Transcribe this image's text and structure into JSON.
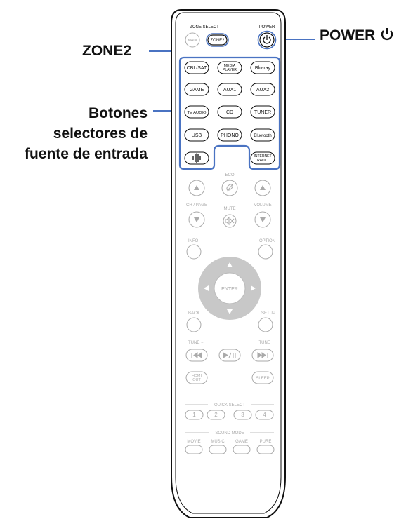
{
  "callouts": {
    "power": "POWER",
    "zone2": "ZONE2",
    "source": [
      "Botones",
      "selectores de",
      "fuente de entrada"
    ]
  },
  "remote": {
    "top_labels": {
      "zone_select": "ZONE SELECT",
      "power": "POWER"
    },
    "zone_buttons": [
      "MAIN",
      "ZONE2"
    ],
    "source_buttons": [
      [
        "CBL/SAT",
        "MEDIA PLAYER",
        "Blu-ray"
      ],
      [
        "GAME",
        "AUX1",
        "AUX2"
      ],
      [
        "TV AUDIO",
        "CD",
        "TUNER"
      ],
      [
        "USB",
        "PHONO",
        "Bluetooth"
      ],
      [
        "",
        "INTERNET RADIO"
      ]
    ],
    "labels": {
      "eco": "ECO",
      "ch_page": "CH / PAGE",
      "mute": "MUTE",
      "volume": "VOLUME",
      "info": "INFO",
      "option": "OPTION",
      "enter": "ENTER",
      "back": "BACK",
      "setup": "SETUP",
      "tune_minus": "TUNE −",
      "tune_plus": "TUNE +",
      "hdmi_out": "HDMI OUT",
      "sleep": "SLEEP",
      "quick_select": "QUICK SELECT",
      "sound_mode": "SOUND MODE"
    },
    "quick_select_buttons": [
      "1",
      "2",
      "3",
      "4"
    ],
    "sound_mode_buttons": [
      "MOVIE",
      "MUSIC",
      "GAME",
      "PURE"
    ]
  },
  "colors": {
    "highlight": "#4a73c2",
    "outline": "#888888",
    "text": "#111111"
  }
}
